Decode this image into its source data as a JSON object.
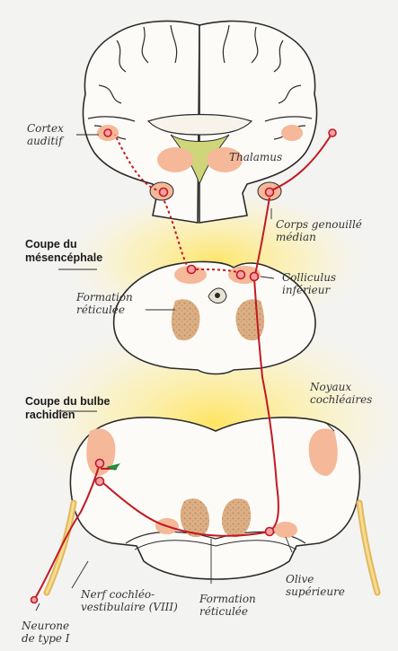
{
  "labels": {
    "cortex_auditif": [
      "Cortex",
      "auditif"
    ],
    "thalamus": "Thalamus",
    "corps_genouille": [
      "Corps genouillé",
      "médian"
    ],
    "colliculus": [
      "Colliculus",
      "inférieur"
    ],
    "formation_reticulee_top": [
      "Formation",
      "réticulée"
    ],
    "noyaux_cochleaires": [
      "Noyaux",
      "cochléaires"
    ],
    "nerf": [
      "Nerf cochléo-",
      "vestibulaire (VIII)"
    ],
    "formation_reticulee_bottom": [
      "Formation",
      "réticulée"
    ],
    "olive": [
      "Olive",
      "supérieure"
    ],
    "neurone": [
      "Neurone",
      "de type I"
    ]
  },
  "sections": {
    "mesencephale": [
      "Coupe du",
      "mésencéphale"
    ],
    "bulbe": [
      "Coupe du bulbe",
      "rachidien"
    ]
  },
  "colors": {
    "pathway": "#c01a24",
    "nucleus": "#f5b898",
    "reticular": "#d9aa80",
    "glow": "#ffe45c",
    "tissue": "#fdfbf7",
    "outline": "#2b2b2b",
    "nerve_tip": "#1f8f3a"
  }
}
